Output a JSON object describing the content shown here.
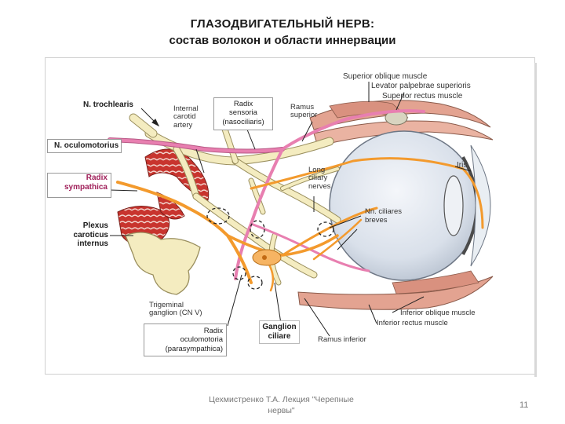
{
  "slide": {
    "title_line1": "ГЛАЗОДВИГАТЕЛЬНЫЙ НЕРВ:",
    "title_line2": "состав волокон и области иннервации",
    "footer": "Цехмистренко Т.А. Лекция \"Черепные нервы\"",
    "page_number": "11"
  },
  "labels": {
    "superior_oblique": "Superior oblique muscle",
    "levator": "Levator palpebrae superioris",
    "superior_rectus": "Superior rectus muscle",
    "n_trochlearis": "N. trochlearis",
    "internal_carotid_1": "Internal",
    "internal_carotid_2": "carotid",
    "internal_carotid_3": "artery",
    "radix_sensoria_1": "Radix",
    "radix_sensoria_2": "sensoria",
    "radix_sensoria_3": "(nasociliaris)",
    "ramus_superior_1": "Ramus",
    "ramus_superior_2": "superior",
    "n_oculomotorius": "N. oculomotorius",
    "iris": "Iris",
    "long_ciliary_1": "Long",
    "long_ciliary_2": "ciliary",
    "long_ciliary_3": "nerves",
    "radix_sympathica_1": "Radix",
    "radix_sympathica_2": "sympathica",
    "nn_ciliares_1": "Nn. ciliares",
    "nn_ciliares_2": "breves",
    "plexus_1": "Plexus",
    "plexus_2": "caroticus",
    "plexus_3": "internus",
    "trigeminal_1": "Trigeminal",
    "trigeminal_2": "ganglion (CN V)",
    "inferior_oblique": "Inferior oblique muscle",
    "inferior_rectus": "Inferior rectus muscle",
    "radix_oculomotoria_1": "Radix",
    "radix_oculomotoria_2": "oculomotoria",
    "radix_oculomotoria_3": "(parasympathica)",
    "ganglion_ciliare_1": "Ganglion",
    "ganglion_ciliare_2": "ciliare",
    "ramus_inferior": "Ramus inferior"
  },
  "colors": {
    "nerve_pink": "#e87fb0",
    "nerve_orange": "#f39a2d",
    "nerve_cream": "#f4ecc0",
    "nerve_outline": "#9a8f5e",
    "artery_red": "#c8342e",
    "muscle": "#e3a391",
    "eyeball": "#dde4ee"
  }
}
